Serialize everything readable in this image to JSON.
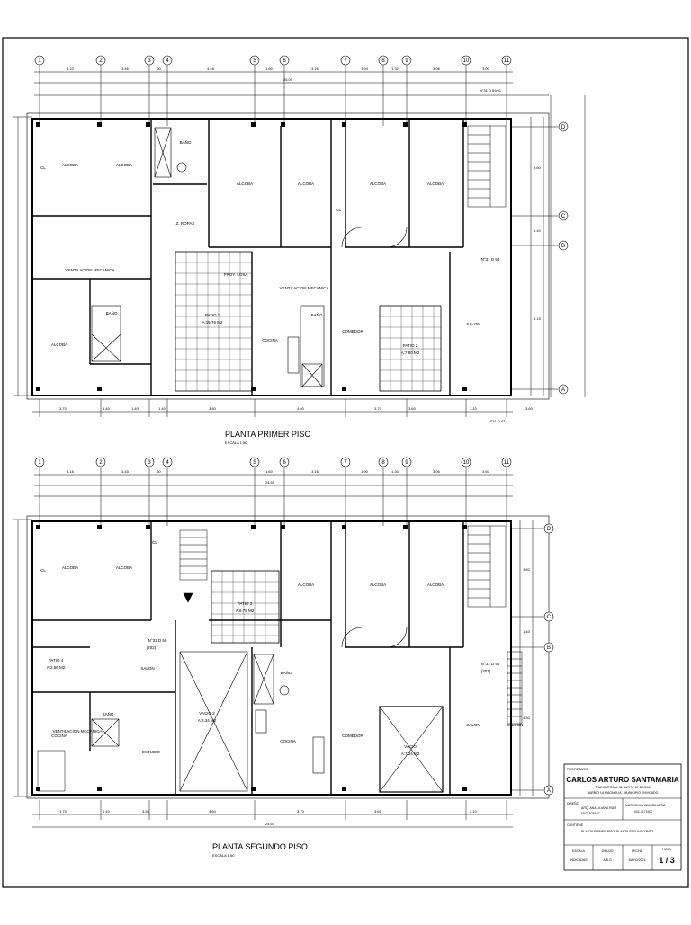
{
  "plan1": {
    "title": "PLANTA  PRIMER  PISO",
    "scale": "ESCALA 1:50",
    "overall_dim": "26.00",
    "nomenclature_top": "N°31  D  59/61",
    "nomenclature_right": "N°31  D  53",
    "nomenclature_bottom": "N°31  D  47",
    "rooms": {
      "cl": "CL",
      "alcoba1": "ALCOBA",
      "alcoba2": "ALCOBA",
      "bano_top": "BAÑO",
      "alcoba3": "ALCOBA",
      "alcoba4": "ALCOBA",
      "alcoba5": "ALCOBA",
      "alcoba6": "ALCOBA",
      "z_ropas": "Z. ROPAS",
      "vent": "VENTILACION MECANICA",
      "bano_left": "BAÑO",
      "alcoba_left": "ALCOBA",
      "patio1": "PATIO 1",
      "patio1_area": "A:15.76 M2",
      "proy_losa": "PROY. LOSA",
      "vent2": "VENTILACION MECANICA",
      "bano_mid": "BAÑO",
      "cocina": "COCINA",
      "comedor": "COMEDOR",
      "patio2": "PATIO 2",
      "patio2_area": "A:7.80 M2",
      "salon": "SALON",
      "cl2": "CL"
    }
  },
  "plan2": {
    "title": "PLANTA  SEGUNDO  PISO",
    "scale": "ESCALA 1:50",
    "overall_dim": "24.60",
    "bottom_dim": "24.60",
    "nomenclature_left": "N°31  D  59",
    "nomenclature_left_unit": "(202)",
    "nomenclature_right": "N°31  D  55",
    "nomenclature_right_unit": "(201)",
    "rooms": {
      "cl": "CL",
      "alcoba1": "ALCOBA",
      "alcoba2": "ALCOBA",
      "cl2": "CL",
      "patio3": "PATIO 3",
      "patio3_area": "A:6.78 M2",
      "alcoba3": "ALCOBA",
      "alcoba4": "ALCOBA",
      "alcoba5": "ALCOBA",
      "patio4": "PATIO 4",
      "patio4_area": "A:2.56 M2",
      "salon": "SALON",
      "vacio1": "VACIO 2",
      "vacio1_area": "A:8.34 M2",
      "bano": "BAÑO",
      "cocina_left": "COCINA",
      "vent": "VENTILACION MECANICA",
      "bano_left": "BAÑO",
      "estudio": "ESTUDIO",
      "cocina_mid": "COCINA",
      "comedor": "COMEDOR",
      "vacio2": "VACIO",
      "vacio2_area": "A:7.34 M2",
      "salon2": "SALON",
      "balcon": "BALCON"
    }
  },
  "axes_x": [
    "1",
    "2",
    "3",
    "4",
    "5",
    "6",
    "7",
    "8",
    "9",
    "10",
    "11"
  ],
  "axes_y": [
    "D",
    "C",
    "B",
    "A"
  ],
  "dims_top1": [
    "3.10",
    "3.46",
    ".60",
    "4.46",
    "1.60",
    "3.16",
    "1.94",
    "1.32",
    "3.06",
    "3.00"
  ],
  "dims_top2": [
    "3.18",
    "3.45",
    ".50",
    "1.60",
    "3.16",
    "1.90",
    "1.30",
    "3.06",
    "3.60"
  ],
  "dims_bottom1": [
    "3.70",
    "1.40",
    "1.40",
    "1.40",
    "3.80",
    "4.60",
    "3.70",
    "3.60",
    "3.10",
    "3.60"
  ],
  "dims_bottom2": [
    "3.70",
    "1.40",
    "3.50",
    "4.60",
    "3.70",
    "3.60",
    "3.10"
  ],
  "right_dims": [
    "3.60",
    "1.40",
    "4.15",
    "4.30"
  ],
  "title_block": {
    "owner_label": "PROPIETARIO:",
    "owner_name": "CARLOS  ARTURO  SANTAMARIA",
    "owner_line1": "TRANSVERSAL 32 SUR N° 57 B 13/00",
    "owner_line2": "BARRIO LA MAGNOLIA - MUNICIPIO ENVIGADO",
    "design_label": "DISEÑO",
    "design_value": "ARQ. ANA LILIANA RUIZ",
    "design_value2": "MAT. A25107",
    "matricula_label": "MATRICULA INMOBILIARIA",
    "matricula_value": "001-1171500",
    "contents_label": "CONTIENE",
    "contents_value": "PLANTA PRIMER PISO, PLANTA SEGUNDO PISO",
    "scale_label": "ESCALA",
    "scale_value": "INDICADAS",
    "drawn_label": "DIBUJO",
    "drawn_value": "A.B.G",
    "date_label": "FECHA",
    "date_value": "MAYO/2021",
    "sheet_label": "HOJA",
    "sheet_value": "1 / 3"
  }
}
